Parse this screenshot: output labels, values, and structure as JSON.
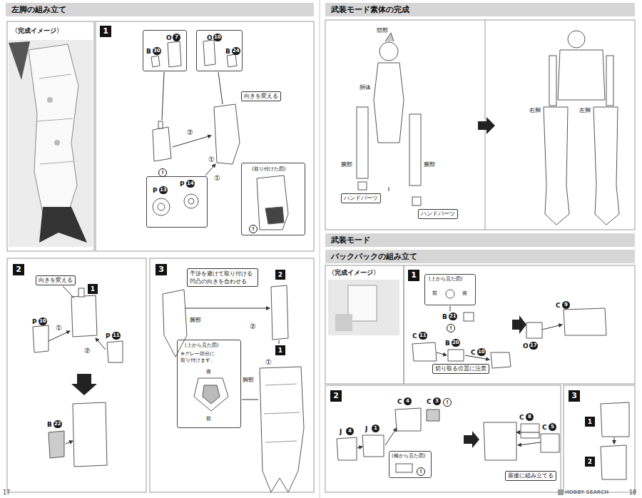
{
  "diagram": {
    "nodes": [
      {
        "text": [
          "左脚の組み立て"
        ]
      },
      {
        "text": [
          "1"
        ]
      },
      {
        "text": [
          "O",
          "7",
          "B",
          "30"
        ]
      },
      {
        "text": [
          "O",
          "10",
          "B",
          "24"
        ]
      },
      {
        "text": [
          "向きを変える"
        ]
      },
      {
        "text": [
          "P",
          "13",
          "P",
          "14"
        ]
      },
      {
        "text": [
          "(取り付けた図)",
          "!"
        ]
      },
      {
        "text": [
          "2"
        ]
      },
      {
        "text": [
          "向きを変える"
        ]
      },
      {
        "text": [
          "1"
        ]
      },
      {
        "text": [
          "3"
        ]
      },
      {
        "text": [
          "干渉を避けて取り付ける 凹凸の向きを合わせる"
        ]
      },
      {
        "text": [
          "2"
        ]
      },
      {
        "text": [
          "(上から見た図)",
          "※グレー部分に 取り付けます。",
          "後",
          "前"
        ]
      },
      {
        "text": [
          "1"
        ]
      },
      {
        "text": [
          "武装モード素体の完成"
        ]
      },
      {
        "text": [
          "ハンドパーツ"
        ]
      },
      {
        "text": [
          "ハンドパーツ"
        ]
      },
      {
        "text": [
          "武装モード"
        ]
      },
      {
        "text": [
          "バックパックの組み立て"
        ]
      },
      {
        "text": [
          "1"
        ]
      },
      {
        "text": [
          "(上から見た図)",
          "前",
          "後"
        ]
      },
      {
        "text": [
          "切り取る位置に注意"
        ]
      },
      {
        "text": [
          "2"
        ]
      },
      {
        "text": [
          "(横から見た図)",
          "!"
        ]
      },
      {
        "text": [
          "最後に組み立てる"
        ]
      },
      {
        "text": [
          "3"
        ]
      },
      {
        "text": [
          "1"
        ]
      },
      {
        "text": [
          "2"
        ]
      }
    ],
    "labels": [
      "〈完成イメージ〉",
      "②",
      "①",
      "!",
      "①",
      "P",
      "10",
      "①",
      "P",
      "11",
      "②",
      "B",
      "22",
      "腕部",
      "②",
      "脚部",
      "①",
      "17",
      "頭部",
      "胴体",
      "腕部",
      "腕部",
      "右脚",
      "左脚",
      "〈完成イメージ〉",
      "B",
      "21",
      "!",
      "C",
      "11",
      "B",
      "20",
      "C",
      "10",
      "O",
      "17",
      "C",
      "9",
      "C",
      "4",
      "C",
      "3",
      "!",
      "J",
      "4",
      "J",
      "1",
      "C",
      "8",
      "C",
      "5",
      "HOBBY SEARCH",
      "18"
    ]
  }
}
